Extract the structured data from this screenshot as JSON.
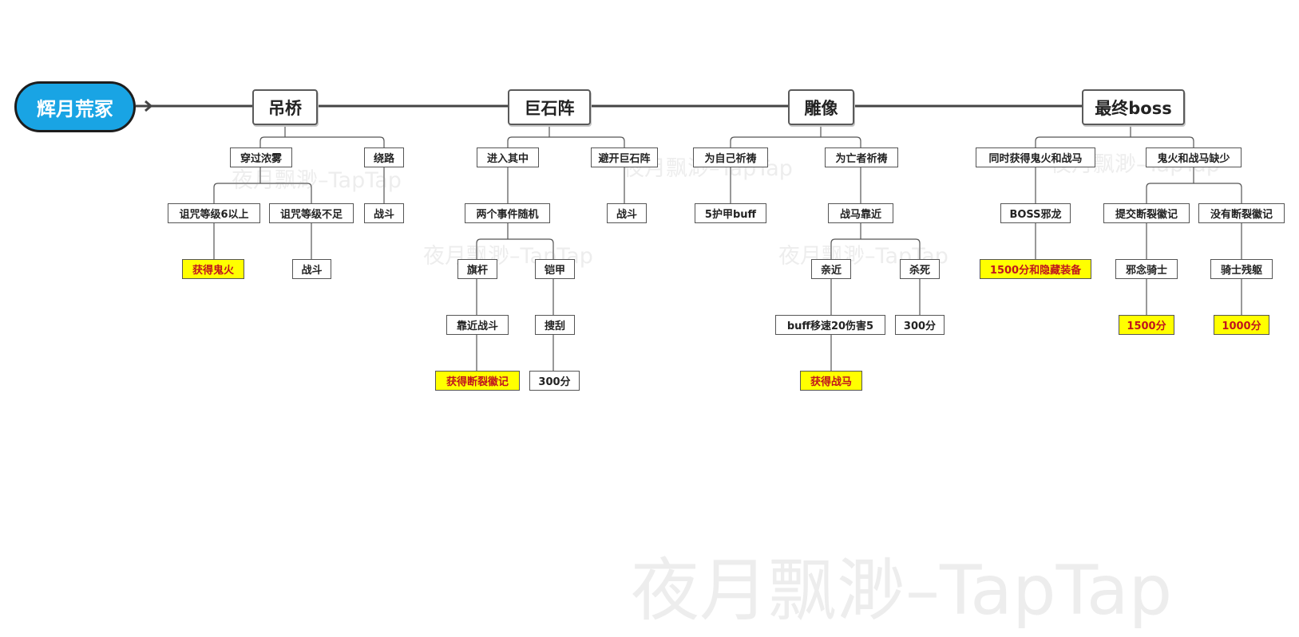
{
  "root": "辉月荒冢",
  "watermark": "夜月飘渺–TapTap",
  "branches": {
    "bridge": {
      "label": "吊桥",
      "through_fog": "穿过浓雾",
      "detour": "绕路",
      "curse_high": "诅咒等级6以上",
      "curse_low": "诅咒等级不足",
      "detour_fight": "战斗",
      "get_ghostfire": "获得鬼火",
      "curse_low_fight": "战斗"
    },
    "stones": {
      "label": "巨石阵",
      "enter": "进入其中",
      "avoid": "避开巨石阵",
      "random_events": "两个事件随机",
      "avoid_fight": "战斗",
      "flagpole": "旗杆",
      "armor": "铠甲",
      "approach_fight": "靠近战斗",
      "search": "搜刮",
      "get_broken_emblem": "获得断裂徽记",
      "search_points": "300分"
    },
    "statue": {
      "label": "雕像",
      "pray_self": "为自己祈祷",
      "pray_dead": "为亡者祈祷",
      "armor_buff": "5护甲buff",
      "warhorse_near": "战马靠近",
      "approach": "亲近",
      "kill": "杀死",
      "speed_buff": "buff移速20伤害5",
      "kill_points": "300分",
      "get_warhorse": "获得战马"
    },
    "boss": {
      "label": "最终boss",
      "both": "同时获得鬼火和战马",
      "missing": "鬼火和战马缺少",
      "boss_dragon": "BOSS邪龙",
      "submit_emblem": "提交断裂徽记",
      "no_emblem": "没有断裂徽记",
      "reward_hidden": "1500分和隐藏装备",
      "evil_knight": "邪念骑士",
      "knight_remains": "骑士残躯",
      "evil_knight_points": "1500分",
      "remains_points": "1000分"
    }
  }
}
